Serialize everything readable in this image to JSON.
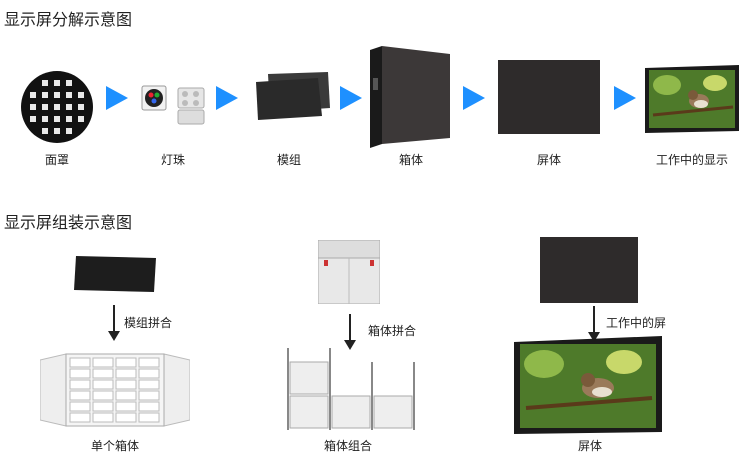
{
  "section1": {
    "title": "显示屏分解示意图",
    "steps": [
      "面罩",
      "灯珠",
      "模组",
      "箱体",
      "屏体",
      "工作中的显示"
    ]
  },
  "section2": {
    "title": "显示屏组装示意图",
    "col1": {
      "action": "模组拼合",
      "result": "单个箱体"
    },
    "col2": {
      "action": "箱体拼合",
      "result": "箱体组合"
    },
    "col3": {
      "action": "工作中的屏",
      "result": "屏体"
    }
  },
  "colors": {
    "arrow": "#1e90ff",
    "panel": "#2e2b2b"
  }
}
